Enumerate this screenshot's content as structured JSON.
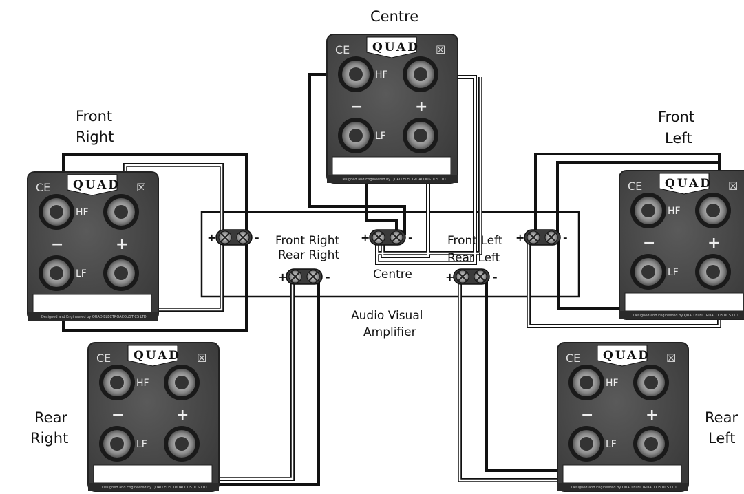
{
  "labels": {
    "centre_title": "Centre",
    "front_right_line1": "Front",
    "front_right_line2": "Right",
    "front_left_line1": "Front",
    "front_left_line2": "Left",
    "rear_right_line1": "Rear",
    "rear_right_line2": "Right",
    "rear_left_line1": "Rear",
    "rear_left_line2": "Left",
    "amp_line1": "Audio Visual",
    "amp_line2": "Amplifier"
  },
  "amplifier_terminals": {
    "front_right": "Front Right",
    "rear_right": "Rear Right",
    "centre": "Centre",
    "front_left": "Front Left",
    "rear_left": "Rear Left",
    "plus": "+",
    "minus": "-"
  },
  "speaker_panel": {
    "brand": "QUAD",
    "ce_mark": "CE",
    "weee_mark": "☒",
    "hf_label": "HF",
    "lf_label": "LF",
    "minus": "−",
    "plus": "+",
    "footer": "Designed and Engineered by QUAD ELECTROACOUSTICS LTD."
  },
  "colors": {
    "panel": "#454545",
    "panel_dark": "#2a2a2a",
    "wire_black": "#111111",
    "wire_white": "#ffffff",
    "terminal_grey": "#8a8a8a"
  }
}
